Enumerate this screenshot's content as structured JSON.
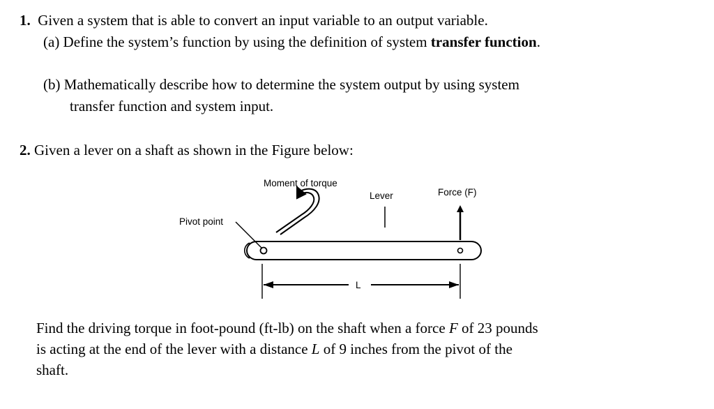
{
  "q1": {
    "number": "1.",
    "stem": "Given a system that is able to convert an input variable to an output variable.",
    "a_prefix": "(a) Define the system’s function by using the definition of system ",
    "a_bold": "transfer function",
    "a_suffix": ".",
    "b_line1": "(b) Mathematically describe how to determine the system output by using system",
    "b_line2": "transfer function and system input."
  },
  "q2": {
    "number": "2.",
    "stem": "Given a lever on a shaft as shown in the Figure below:",
    "figure": {
      "label_moment": "Moment of torque",
      "label_lever": "Lever",
      "label_force": "Force (F)",
      "label_pivot": "Pivot point",
      "label_length": "L"
    },
    "find_line1_a": "Find the driving torque in foot-pound (ft-lb) on the shaft when a force ",
    "find_line1_var": "F",
    "find_line1_b": " of 23 pounds",
    "find_line2_a": "is acting at the end of the lever with a distance ",
    "find_line2_var": "L",
    "find_line2_b": " of 9 inches from the pivot of the",
    "find_line3": "shaft."
  }
}
